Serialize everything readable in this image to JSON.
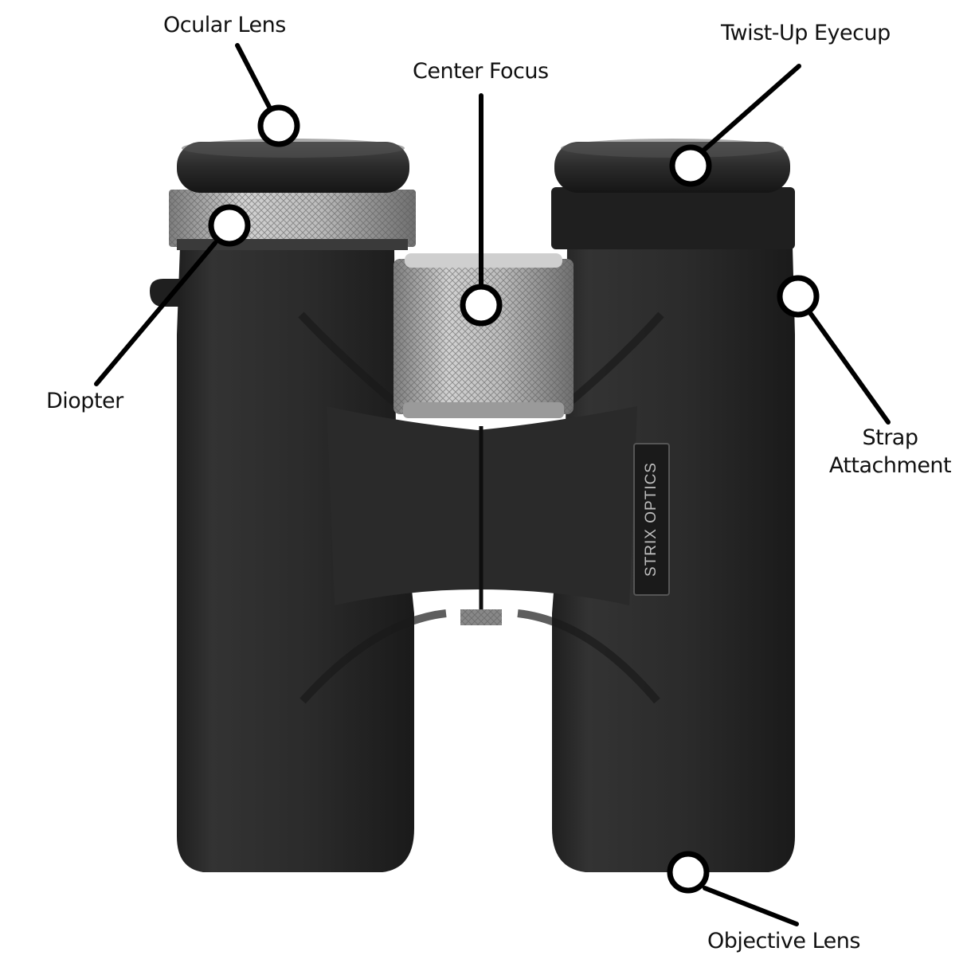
{
  "brand": {
    "logo_text": "STRIX OPTICS"
  },
  "colors": {
    "body": "#2d2d2d",
    "body_dark": "#1b1b1b",
    "metal": "#a7a7a7",
    "metal_light": "#d6d6d6",
    "callout": "#000000",
    "background": "#ffffff"
  },
  "callouts": [
    {
      "id": "ocular-lens",
      "label": "Ocular Lens"
    },
    {
      "id": "twist-up-eyecup",
      "label": "Twist-Up Eyecup"
    },
    {
      "id": "center-focus",
      "label": "Center Focus"
    },
    {
      "id": "diopter",
      "label": "Diopter"
    },
    {
      "id": "strap-attachment",
      "label": "Strap\nAttachment"
    },
    {
      "id": "objective-lens",
      "label": "Objective Lens"
    }
  ]
}
